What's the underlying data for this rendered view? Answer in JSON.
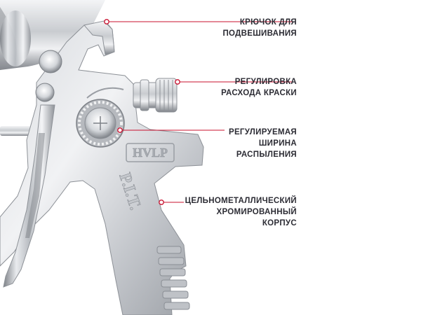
{
  "product": {
    "model_badge": "HVLP",
    "brand_emboss": "P.I.T."
  },
  "callouts": [
    {
      "id": "hook",
      "lines": [
        "КРЮЧОК ДЛЯ",
        "ПОДВЕШИВАНИЯ"
      ]
    },
    {
      "id": "paint-flow",
      "lines": [
        "РЕГУЛИРОВКА",
        "РАСХОДА КРАСКИ"
      ]
    },
    {
      "id": "spray-width",
      "lines": [
        "РЕГУЛИРУЕМАЯ",
        "ШИРИНА",
        "РАСПЫЛЕНИЯ"
      ]
    },
    {
      "id": "body",
      "lines": [
        "ЦЕЛЬНОМЕТАЛЛИЧЕСКИЙ",
        "ХРОМИРОВАННЫЙ",
        "КОРПУС"
      ]
    }
  ],
  "colors": {
    "accent": "#c8102e",
    "text": "#2c2c34",
    "chrome_dark": "#8c9096",
    "chrome_light": "#f2f3f5"
  }
}
